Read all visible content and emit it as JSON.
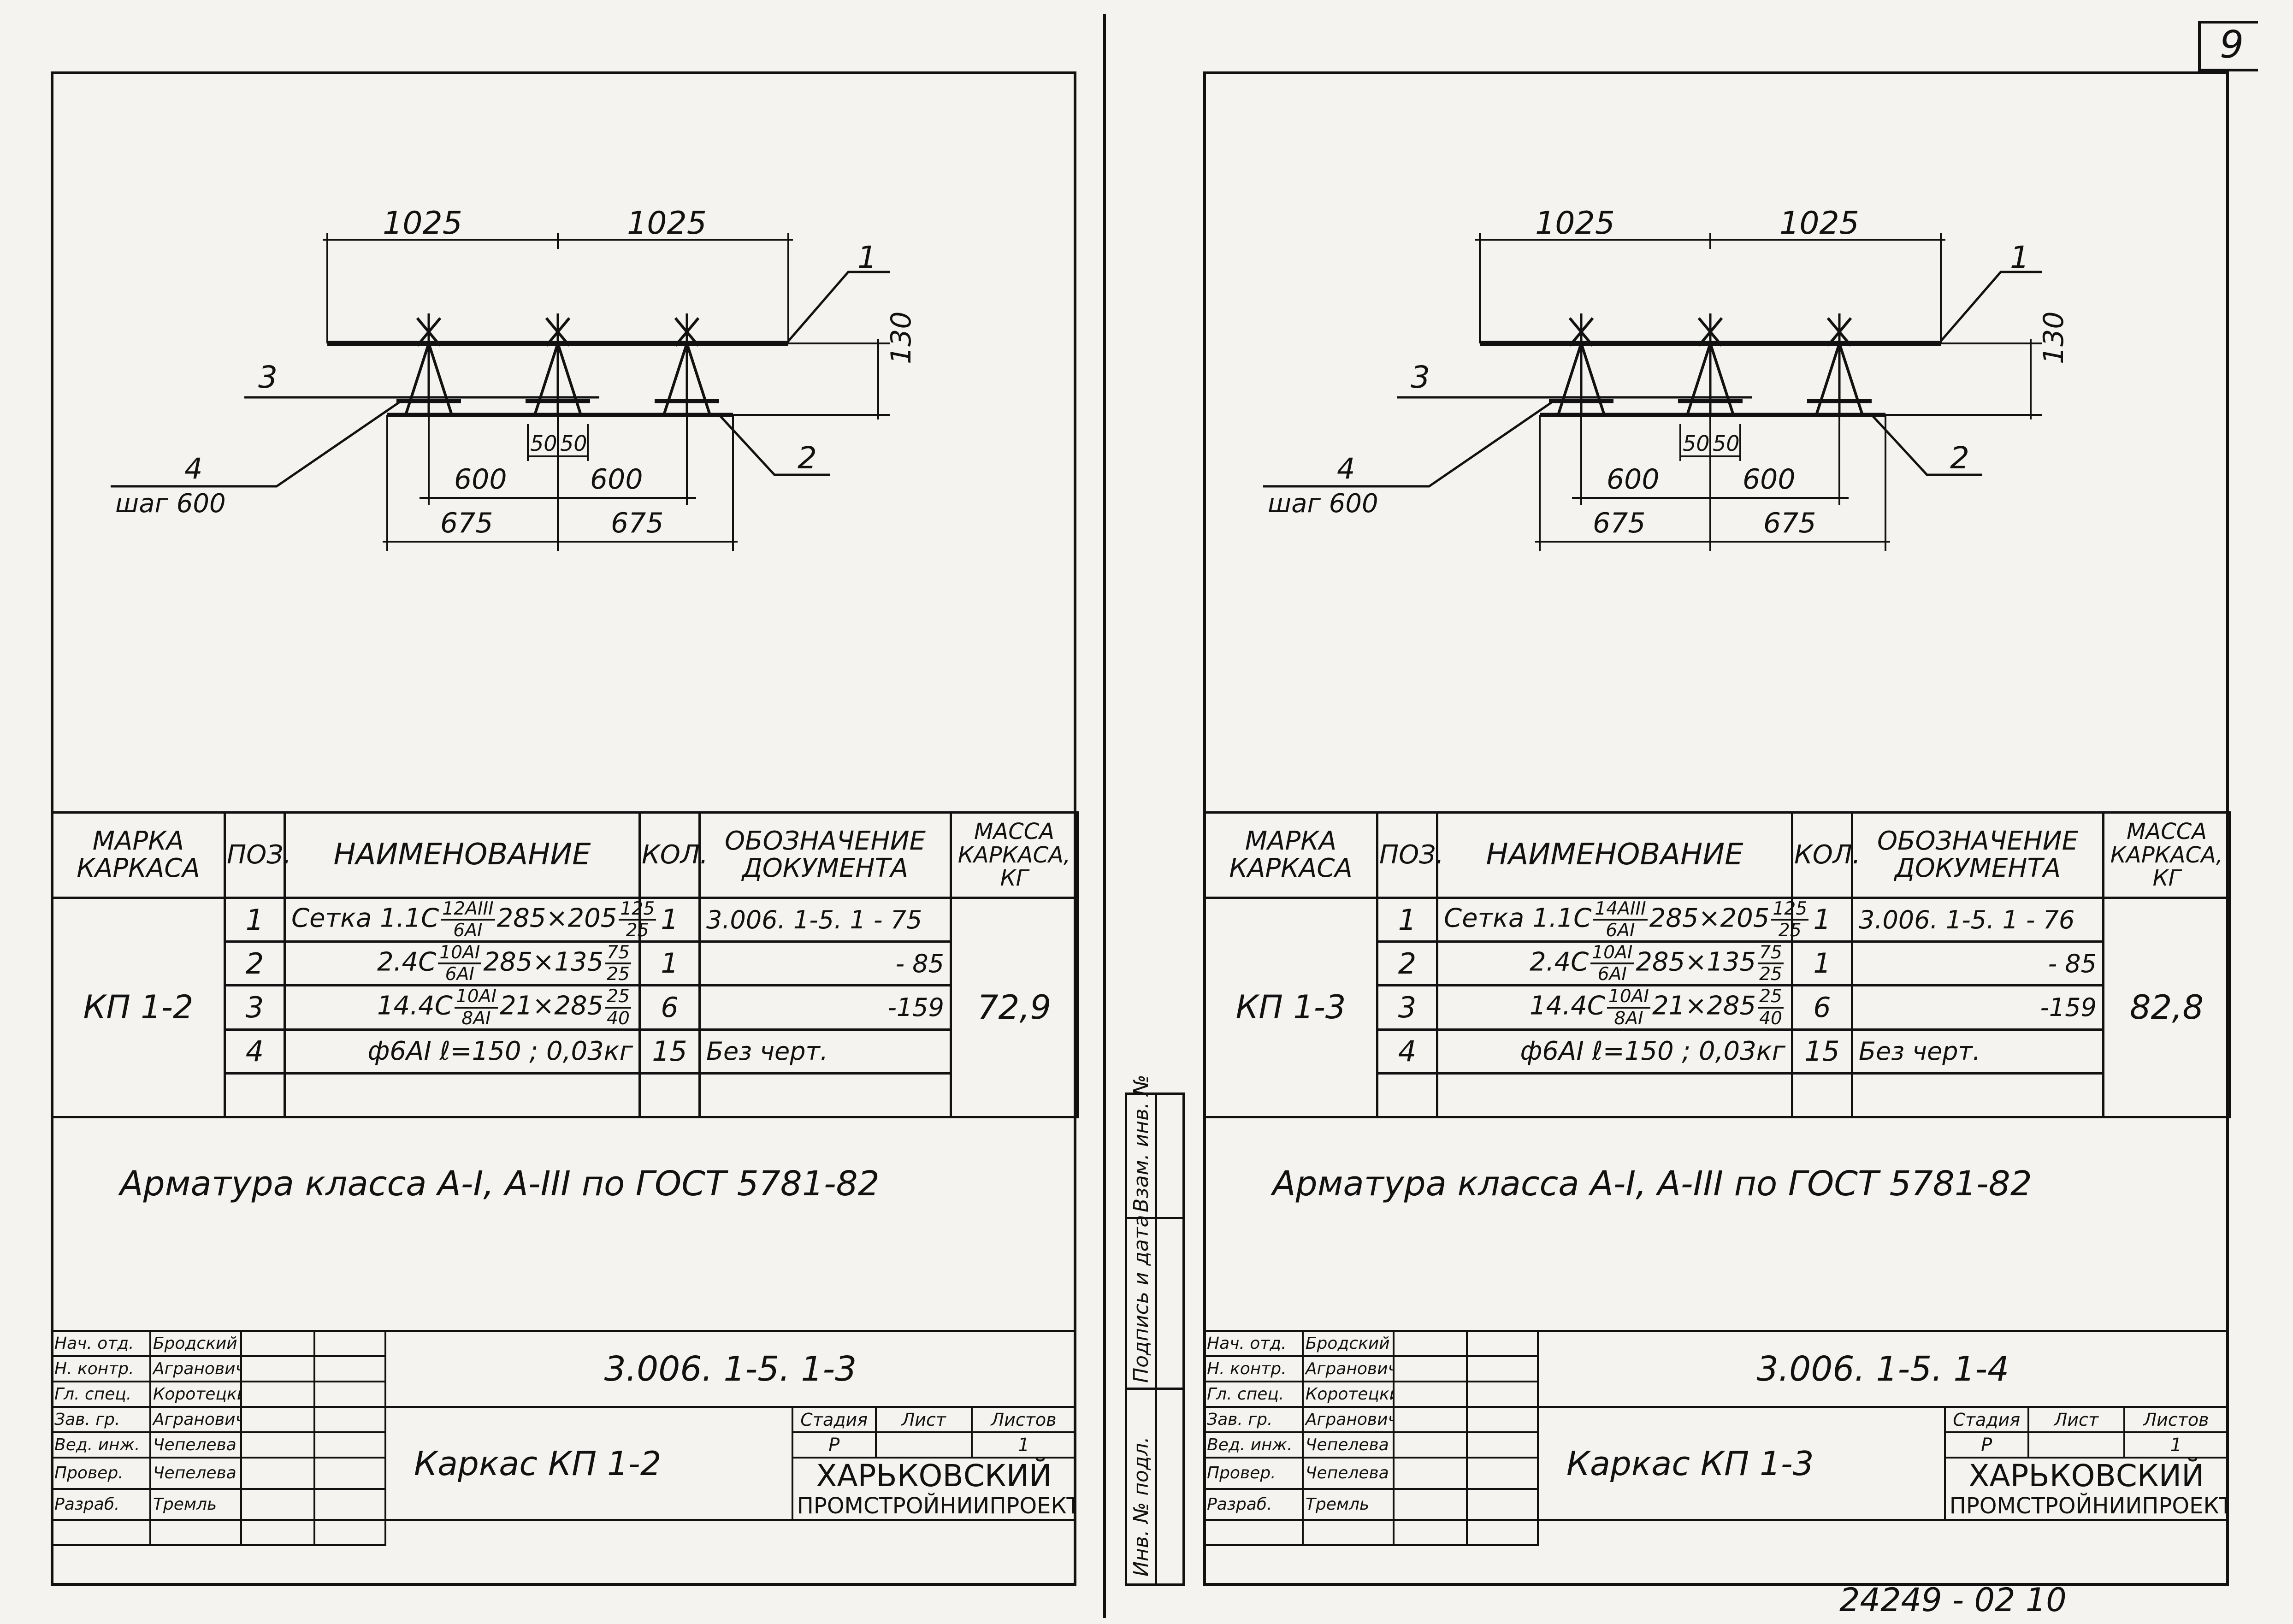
{
  "sheet_number": "9",
  "bottom_note": "24249 - 02   10",
  "side_labels": [
    "Инв. № подл.",
    "Подпись и дата",
    "Взам. инв. №"
  ],
  "stamp_labels": {
    "stage": "Стадия",
    "sheet": "Лист",
    "sheets": "Листов",
    "stage_value": "Р",
    "sheets_value": "1",
    "org_line1": "ХАРЬКОВСКИЙ",
    "org_line2": "ПРОМСТРОЙНИИПРОЕКТ"
  },
  "staff": [
    {
      "role": "Нач. отд.",
      "name": "Бродский"
    },
    {
      "role": "Н. контр.",
      "name": "Агранович"
    },
    {
      "role": "Гл. спец.",
      "name": "Коротецкий"
    },
    {
      "role": "Зав. гр.",
      "name": "Агранович"
    },
    {
      "role": "Вед. инж.",
      "name": "Чепелева"
    },
    {
      "role": "Провер.",
      "name": "Чепелева"
    },
    {
      "role": "Разраб.",
      "name": "Тремль"
    }
  ],
  "spec_headers": {
    "mark": "Марка каркаса",
    "pos": "Поз.",
    "name": "Наименование",
    "qty": "Кол.",
    "doc": "Обозначение документа",
    "mass": "Масса каркаса, кг"
  },
  "drawing_labels": {
    "dim_top_left": "1025",
    "dim_top_right": "1025",
    "dim_height": "130",
    "dim_small_a": "50",
    "dim_small_b": "50",
    "dim_mid_left": "600",
    "dim_mid_right": "600",
    "dim_bottom_left": "675",
    "dim_bottom_right": "675",
    "callout_1": "1",
    "callout_2": "2",
    "callout_3": "3",
    "callout_4": "4",
    "callout_4_note": "шаг 600"
  },
  "sheets": [
    {
      "mark": "КП 1-2",
      "mass": "72,9",
      "doc_number": "3.006. 1-5. 1-3",
      "title": "Каркас  КП 1-2",
      "note": "Арматура  класса  А-I, А-III  по  ГОСТ 5781-82",
      "rows": [
        {
          "pos": "1",
          "name_pre": "Сетка 1.1С",
          "frac1_n": "12АIII",
          "frac1_d": "6АI",
          "name_mid": "285×205",
          "frac2_n": "125",
          "frac2_d": "25",
          "qty": "1",
          "doc": "3.006. 1-5. 1 - 75"
        },
        {
          "pos": "2",
          "name_pre": "2.4С",
          "frac1_n": "10АI",
          "frac1_d": "6АI",
          "name_mid": "285×135",
          "frac2_n": "75",
          "frac2_d": "25",
          "qty": "1",
          "doc": "- 85"
        },
        {
          "pos": "3",
          "name_pre": "14.4С",
          "frac1_n": "10АI",
          "frac1_d": "8АI",
          "name_mid": "21×285",
          "frac2_n": "25",
          "frac2_d": "40",
          "qty": "6",
          "doc": "-159"
        },
        {
          "pos": "4",
          "name_pre": "ф6АI  ℓ=150 ;  0,03кг",
          "frac1_n": "",
          "frac1_d": "",
          "name_mid": "",
          "frac2_n": "",
          "frac2_d": "",
          "qty": "15",
          "doc": "Без черт."
        }
      ]
    },
    {
      "mark": "КП 1-3",
      "mass": "82,8",
      "doc_number": "3.006. 1-5. 1-4",
      "title": "Каркас  КП 1-3",
      "note": "Арматура  класса  А-I, А-III  по  ГОСТ 5781-82",
      "rows": [
        {
          "pos": "1",
          "name_pre": "Сетка 1.1С",
          "frac1_n": "14АIII",
          "frac1_d": "6АI",
          "name_mid": "285×205",
          "frac2_n": "125",
          "frac2_d": "25",
          "qty": "1",
          "doc": "3.006. 1-5. 1 - 76"
        },
        {
          "pos": "2",
          "name_pre": "2.4С",
          "frac1_n": "10АI",
          "frac1_d": "6АI",
          "name_mid": "285×135",
          "frac2_n": "75",
          "frac2_d": "25",
          "qty": "1",
          "doc": "- 85"
        },
        {
          "pos": "3",
          "name_pre": "14.4С",
          "frac1_n": "10АI",
          "frac1_d": "8АI",
          "name_mid": "21×285",
          "frac2_n": "25",
          "frac2_d": "40",
          "qty": "6",
          "doc": "-159"
        },
        {
          "pos": "4",
          "name_pre": "ф6АI  ℓ=150 ;  0,03кг",
          "frac1_n": "",
          "frac1_d": "",
          "name_mid": "",
          "frac2_n": "",
          "frac2_d": "",
          "qty": "15",
          "doc": "Без черт."
        }
      ]
    }
  ]
}
